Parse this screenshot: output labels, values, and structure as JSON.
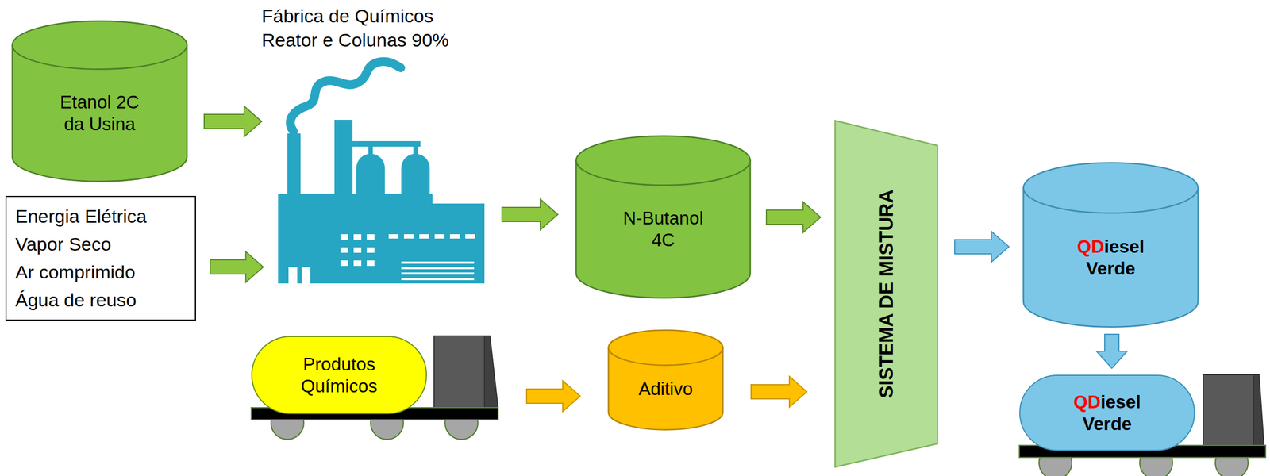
{
  "diagram": {
    "nodes": [
      {
        "text": [
          "Etanol 2C da Usina"
        ]
      },
      {
        "text": [
          "Energia Elétrica",
          "Vapor Seco",
          "Ar comprimido",
          "Água de reuso"
        ]
      },
      {
        "text": [
          "Fábrica de Químicos Reator e Colunas 90%"
        ]
      },
      {
        "text": [
          "N-Butanol 4C"
        ]
      },
      {
        "text": [
          "Produtos Químicos"
        ]
      },
      {
        "text": [
          "Aditivo"
        ]
      },
      {
        "text": [
          "SISTEMA DE MISTURA"
        ]
      },
      {
        "text": [
          "QDiesel Verde"
        ]
      },
      {
        "text": [
          "QDiesel Verde"
        ]
      }
    ],
    "edges": [
      {
        "from": 0,
        "to": 2,
        "arrow": "to"
      },
      {
        "from": 1,
        "to": 2,
        "arrow": "to"
      },
      {
        "from": 2,
        "to": 3,
        "arrow": "to"
      },
      {
        "from": 3,
        "to": 6,
        "arrow": "to"
      },
      {
        "from": 4,
        "to": 5,
        "arrow": "to"
      },
      {
        "from": 5,
        "to": 6,
        "arrow": "to"
      },
      {
        "from": 6,
        "to": 7,
        "arrow": "to"
      },
      {
        "from": 7,
        "to": 8,
        "arrow": "to"
      }
    ]
  }
}
